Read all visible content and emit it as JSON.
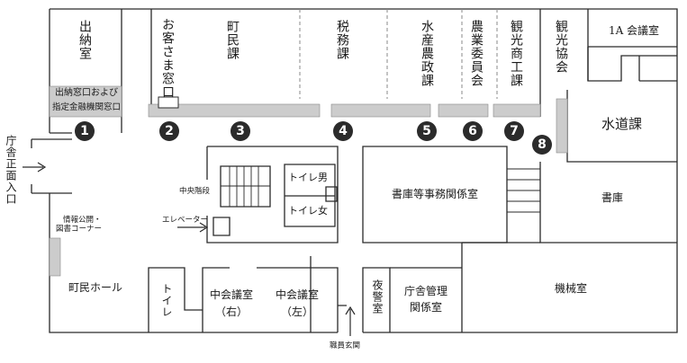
{
  "rooms": {
    "suitou": "出納室",
    "suitou_window_line1": "出納窓口および",
    "suitou_window_line2": "指定金融機関窓口",
    "okyaku": "お客さま窓口",
    "chomin": "町民課",
    "zeimu": "税務課",
    "suisan": "水産農政課",
    "nogyo": "農業委員会",
    "kanko_shoko": "観光商工課",
    "kanko_kyokai": "観光協会",
    "kaigi_1a": "1A 会議室",
    "suido": "水道課",
    "entrance": "庁舎正面入口",
    "chuo_kaidan": "中央階段",
    "toilet_m": "トイレ男",
    "toilet_f": "トイレ女",
    "elevator": "エレベーター",
    "shoko": "書庫等事務関係室",
    "shoko2": "書庫",
    "joho_line1": "情報公開・",
    "joho_line2": "図書コーナー",
    "chomin_hall": "町民ホール",
    "toilet": "トイレ",
    "naka_kaigi_r_line1": "中会議室",
    "naka_kaigi_r_line2": "（右）",
    "naka_kaigi_l_line1": "中会議室",
    "naka_kaigi_l_line2": "（左）",
    "yakei": "夜警室",
    "chosha_kanri_line1": "庁舎管理",
    "chosha_kanri_line2": "関係室",
    "kikai": "機械室",
    "shokuin_genkan": "職員玄関"
  },
  "badges": [
    "1",
    "2",
    "3",
    "4",
    "5",
    "6",
    "7",
    "8"
  ],
  "colors": {
    "line": "#2a2a2a",
    "counter": "#cccccc",
    "badge": "#2b2b2b"
  }
}
